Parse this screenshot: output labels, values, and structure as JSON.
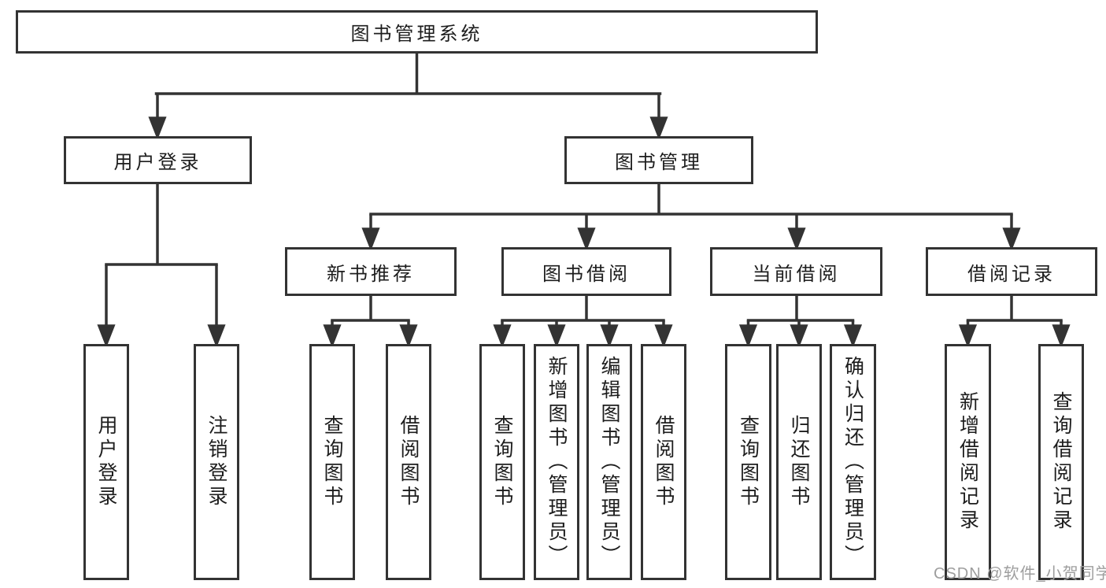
{
  "nodes": {
    "root": "图书管理系统",
    "l2_user_login": "用户登录",
    "l2_book_mgmt": "图书管理",
    "l3_new_books": "新书推荐",
    "l3_book_borrow": "图书借阅",
    "l3_current_borrow": "当前借阅",
    "l3_borrow_records": "借阅记录",
    "leaf_user_login": "用户登录",
    "leaf_logout": "注销登录",
    "leaf_nb_query": "查询图书",
    "leaf_nb_borrow": "借阅图书",
    "leaf_bb_query": "查询图书",
    "leaf_bb_add": "新增图书（管理员）",
    "leaf_bb_edit": "编辑图书（管理员）",
    "leaf_bb_borrow": "借阅图书",
    "leaf_cb_query": "查询图书",
    "leaf_cb_return": "归还图书",
    "leaf_cb_confirm": "确认归还（管理员）",
    "leaf_br_add": "新增借阅记录",
    "leaf_br_query": "查询借阅记录"
  },
  "watermark": {
    "text": "CSDN @软件_小贺同学"
  },
  "colors": {
    "line": "#333333",
    "text": "#1d1d1d",
    "watermark": "#9e9e9e",
    "background": "#ffffff"
  }
}
